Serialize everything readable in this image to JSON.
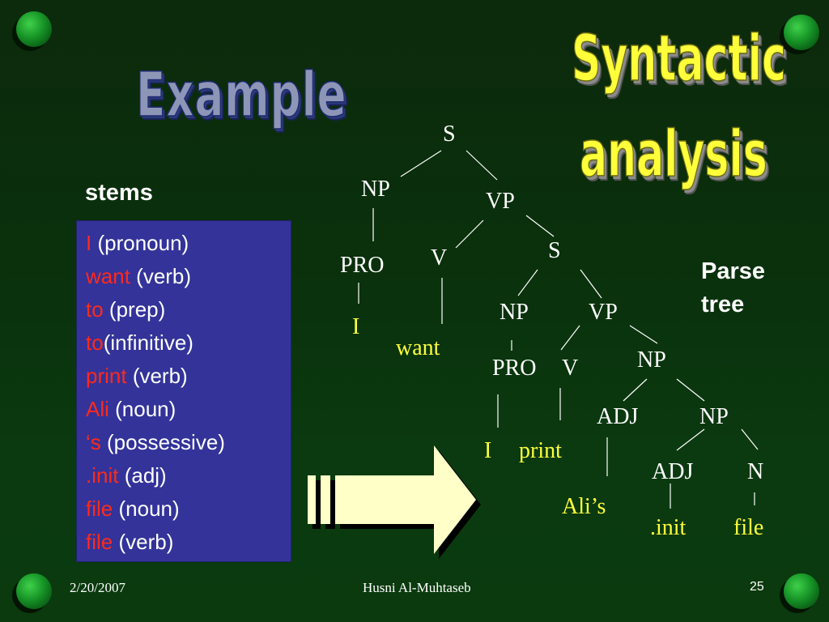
{
  "title_left": "Example",
  "title_right_line1": "Syntactic",
  "title_right_line2": "analysis",
  "stems_label": "stems",
  "stems": [
    {
      "word": "I",
      "tag": "(pronoun)"
    },
    {
      "word": "want",
      "tag": "(verb)"
    },
    {
      "word": "to",
      "tag": "(prep)"
    },
    {
      "word": "to",
      "tag": "(infinitive)"
    },
    {
      "word": "print",
      "tag": "(verb)"
    },
    {
      "word": "Ali",
      "tag": "(noun)"
    },
    {
      "word": "‘s",
      "tag": "(possessive)"
    },
    {
      "word": ".init",
      "tag": "(adj)"
    },
    {
      "word": "file",
      "tag": "(noun)"
    },
    {
      "word": "file",
      "tag": "(verb)"
    }
  ],
  "parse_label_line1": "Parse",
  "parse_label_line2": "tree",
  "tree": {
    "s1": "S",
    "np1": "NP",
    "vp1": "VP",
    "pro1": "PRO",
    "v1": "V",
    "s2": "S",
    "i1": "I",
    "want": "want",
    "np2": "NP",
    "vp2": "VP",
    "pro2": "PRO",
    "v2": "V",
    "np3": "NP",
    "i2": "I",
    "print": "print",
    "adj1": "ADJ",
    "np4": "NP",
    "alis": "Ali’s",
    "adj2": "ADJ",
    "n": "N",
    "init": ".init",
    "file": "file"
  },
  "colors": {
    "word_red": "#ff2a1a",
    "leaf_yellow": "#ffff3a",
    "box_blue": "#33339a"
  },
  "footer": {
    "date": "2/20/2007",
    "author": "Husni Al-Muhtaseb",
    "page": "25"
  }
}
